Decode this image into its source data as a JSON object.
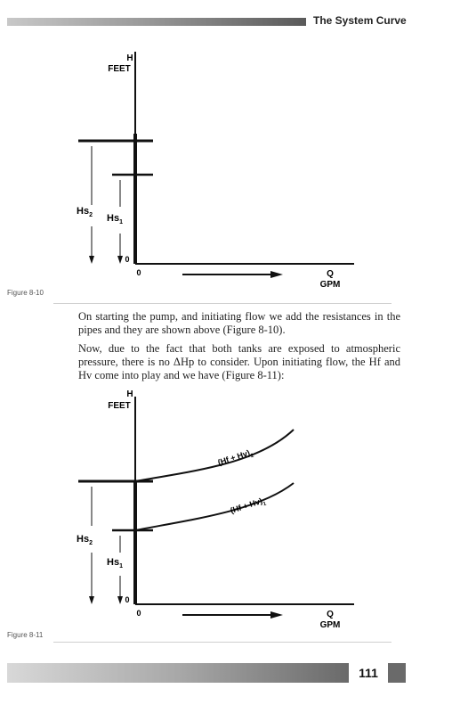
{
  "header": {
    "title": "The System Curve"
  },
  "figure1": {
    "y_label_1": "H",
    "y_label_2": "FEET",
    "origin_label": "0",
    "zero_label": "0",
    "x_label_1": "Q",
    "x_label_2": "GPM",
    "hs2_base": "Hs",
    "hs2_sub": "2",
    "hs1_base": "Hs",
    "hs1_sub": "1",
    "caption": "Figure 8-10"
  },
  "paragraphs": [
    "On starting the pump, and initiating flow we add the resistances in the pipes and they are shown above (Figure 8-10).",
    "Now, due to the fact that both tanks are exposed to atmospheric pressure, there is no ΔHp to consider. Upon initiating flow, the Hf and Hv come into play and we have (Figure 8-11):"
  ],
  "figure2": {
    "y_label_1": "H",
    "y_label_2": "FEET",
    "origin_label": "0",
    "zero_label": "0",
    "x_label_1": "Q",
    "x_label_2": "GPM",
    "hs2_base": "Hs",
    "hs2_sub": "2",
    "hs1_base": "Hs",
    "hs1_sub": "1",
    "curve2_label": "(Hf + Hv)",
    "curve2_sub": "2",
    "curve1_label": "(Hf + Hv)",
    "curve1_sub": "1",
    "caption": "Figure 8-11"
  },
  "footer": {
    "page_number": "111"
  }
}
